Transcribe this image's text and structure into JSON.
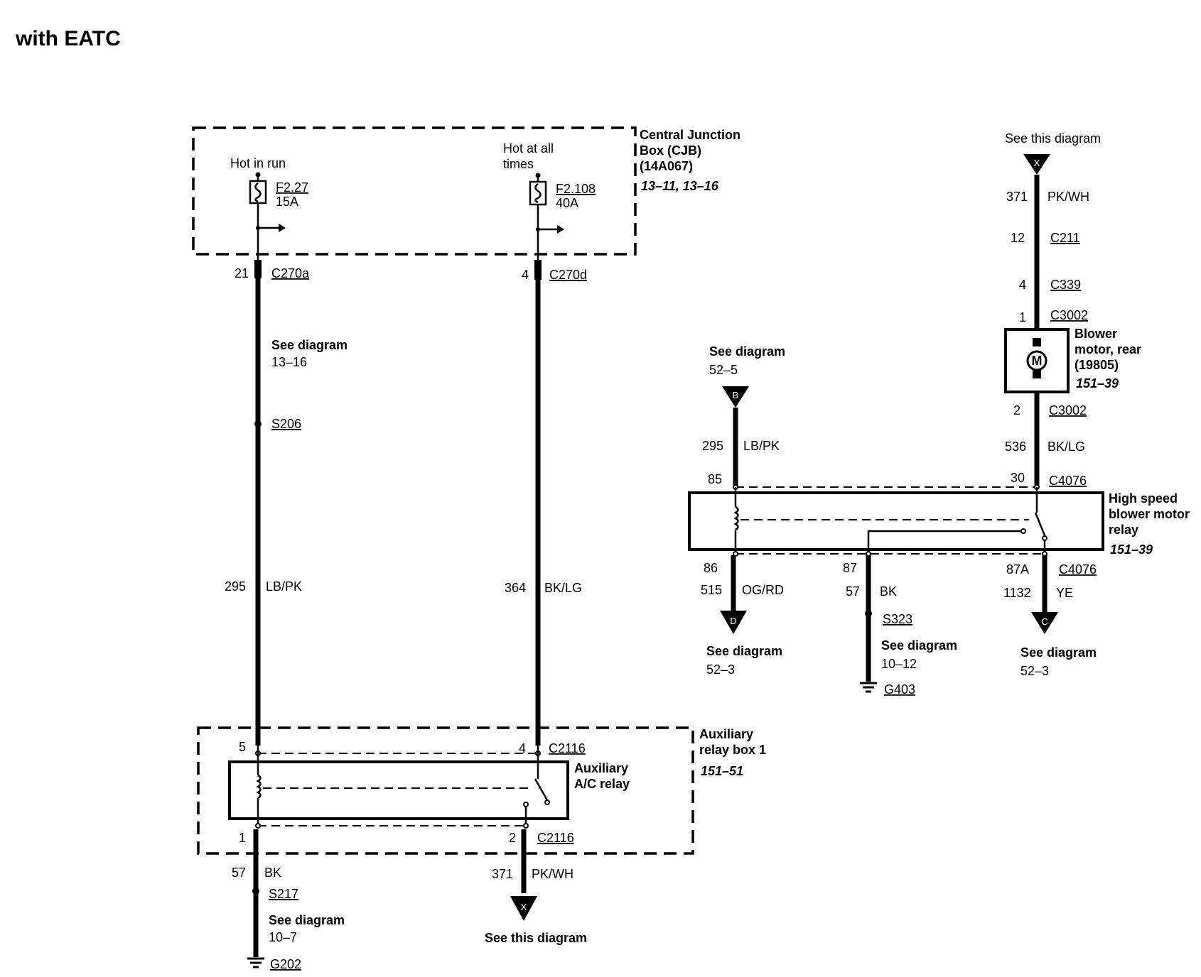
{
  "page": {
    "title": "with EATC"
  },
  "cjb": {
    "name_line1": "Central Junction",
    "name_line2": "Box (CJB)",
    "name_line3": "(14A067)",
    "ref": "13–11, 13–16",
    "fuse1": {
      "caption": "Hot in run",
      "id": "F2.27",
      "rating": "15A"
    },
    "fuse2": {
      "caption_line1": "Hot at all",
      "caption_line2": "times",
      "id": "F2.108",
      "rating": "40A"
    }
  },
  "left_circuit": {
    "pin": "21",
    "connector": "C270a",
    "see_label": "See diagram",
    "see_ref": "13–16",
    "splice": "S206",
    "circuit": "295",
    "color": "LB/PK"
  },
  "mid_circuit": {
    "pin": "4",
    "connector": "C270d",
    "circuit": "364",
    "color": "BK/LG"
  },
  "aux_box": {
    "name_line1": "Auxiliary",
    "name_line2": "relay box 1",
    "ref": "151–51",
    "relay_line1": "Auxiliary",
    "relay_line2": "A/C relay",
    "pin_top_left": "5",
    "pin_top_right": "4",
    "connector_top": "C2116",
    "pin_bottom_left": "1",
    "pin_bottom_right": "2",
    "connector_bottom": "C2116"
  },
  "ground_left": {
    "circuit": "57",
    "color": "BK",
    "splice": "S217",
    "see_label": "See diagram",
    "see_ref": "10–7",
    "ground": "G202"
  },
  "x_out": {
    "circuit": "371",
    "color": "PK/WH",
    "arrow_letter": "X",
    "see_label": "See this diagram"
  },
  "x_in": {
    "see_label": "See this diagram",
    "arrow_letter": "X",
    "circuit": "371",
    "color": "PK/WH",
    "c211_pin": "12",
    "c211": "C211",
    "c339_pin": "4",
    "c339": "C339",
    "c3002_pin_top": "1",
    "c3002_top": "C3002"
  },
  "blower": {
    "name_line1": "Blower",
    "name_line2": "motor, rear",
    "name_line3": "(19805)",
    "ref": "151–39",
    "motor_symbol": "M",
    "pin_bottom": "2",
    "connector_bottom": "C3002",
    "circuit": "536",
    "color": "BK/LG"
  },
  "b_in": {
    "see_label": "See diagram",
    "see_ref": "52–5",
    "arrow_letter": "B",
    "circuit": "295",
    "color": "LB/PK"
  },
  "hs_relay": {
    "name_line1": "High speed",
    "name_line2": "blower motor",
    "name_line3": "relay",
    "ref": "151–39",
    "pin_85": "85",
    "pin_30": "30",
    "connector_top": "C4076",
    "pin_86": "86",
    "pin_87": "87",
    "pin_87a": "87A",
    "connector_bottom": "C4076"
  },
  "d_out": {
    "circuit": "515",
    "color": "OG/RD",
    "arrow_letter": "D",
    "see_label": "See diagram",
    "see_ref": "52–3"
  },
  "ground_right": {
    "circuit": "57",
    "color": "BK",
    "splice": "S323",
    "see_label": "See diagram",
    "see_ref": "10–12",
    "ground": "G403"
  },
  "c_out": {
    "circuit": "1132",
    "color": "YE",
    "arrow_letter": "C",
    "see_label": "See diagram",
    "see_ref": "52–3"
  }
}
